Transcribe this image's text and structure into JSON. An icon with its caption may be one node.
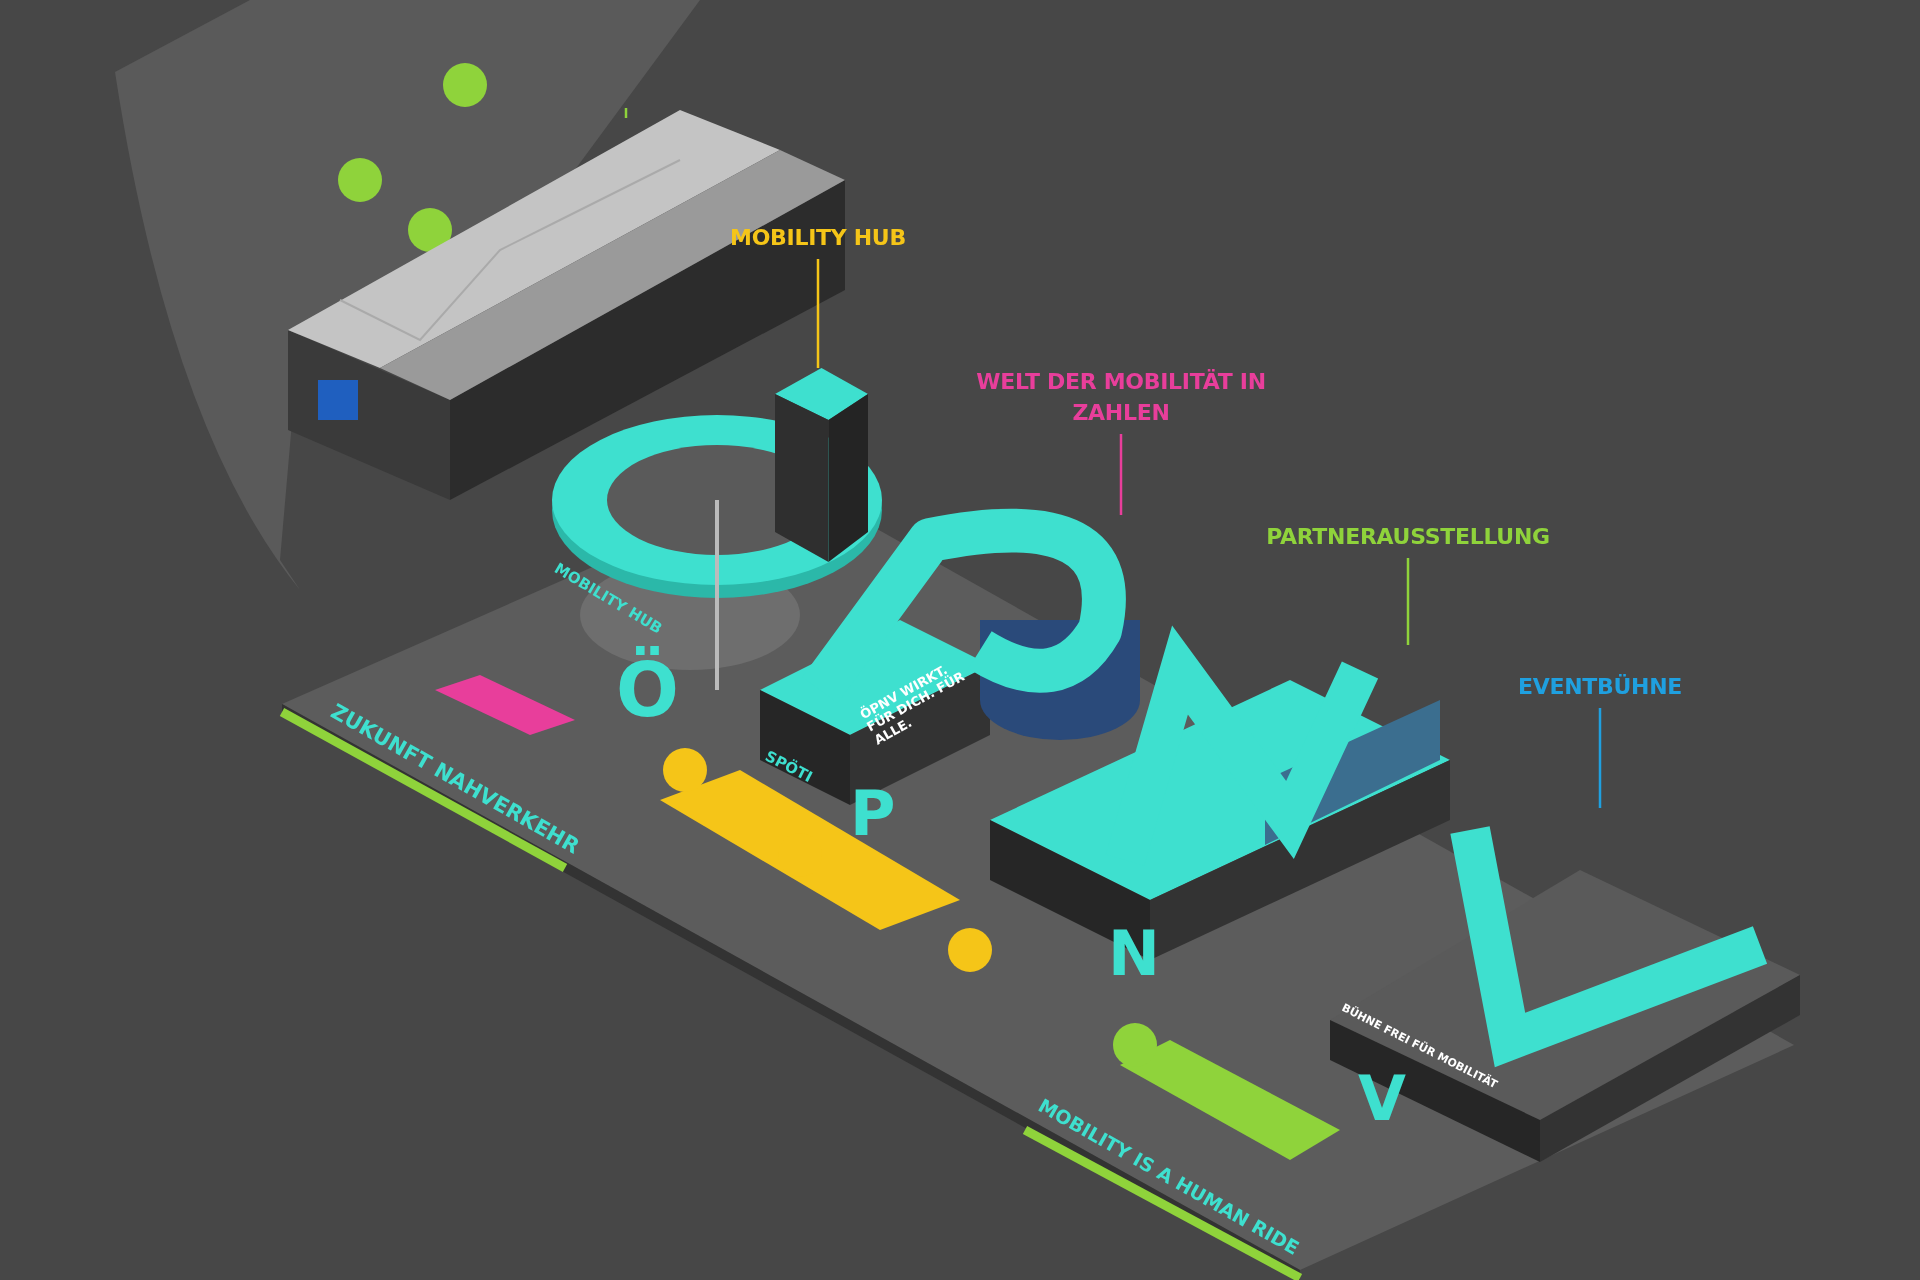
{
  "diagram": {
    "nodes": [
      {
        "text": [],
        "shape": "picture"
      },
      {
        "text": [
          "MOBILITY HUB"
        ]
      },
      {
        "text": [],
        "shape": "box"
      },
      {
        "text": [
          "WELT DER MOBILITÄT IN ZAHLEN"
        ]
      },
      {
        "text": [],
        "shape": "picture"
      },
      {
        "text": [
          "PARTNERAUSSTELLUNG"
        ]
      },
      {
        "text": [],
        "shape": "picture"
      },
      {
        "text": [
          "EVENTBÜHNE"
        ]
      },
      {
        "text": [],
        "shape": "picture"
      }
    ],
    "edges": [
      {
        "from": null,
        "to": 0,
        "arrow": "none",
        "color": "#8fd33b"
      },
      {
        "from": 1,
        "to": 2,
        "arrow": "none",
        "color": "#f5c518"
      },
      {
        "from": 3,
        "to": 4,
        "arrow": "none",
        "color": "#e83e9b"
      },
      {
        "from": 5,
        "to": 6,
        "arrow": "none",
        "color": "#8fd33b"
      },
      {
        "from": 7,
        "to": 8,
        "arrow": "none",
        "color": "#1fa0e0"
      }
    ],
    "labels": [
      "ZUKUNFT NAHVERKEHR",
      "MOBILITY HUB",
      "ÖPNV WIRKT. FÜR DICH. FÜR ALLE.",
      "SPÖTI",
      "Ö",
      "P",
      "N",
      "BÜHNE FREI FÜR MOBILITÄT",
      "V",
      "MOBILITY IS A HUMAN RIDE"
    ]
  }
}
